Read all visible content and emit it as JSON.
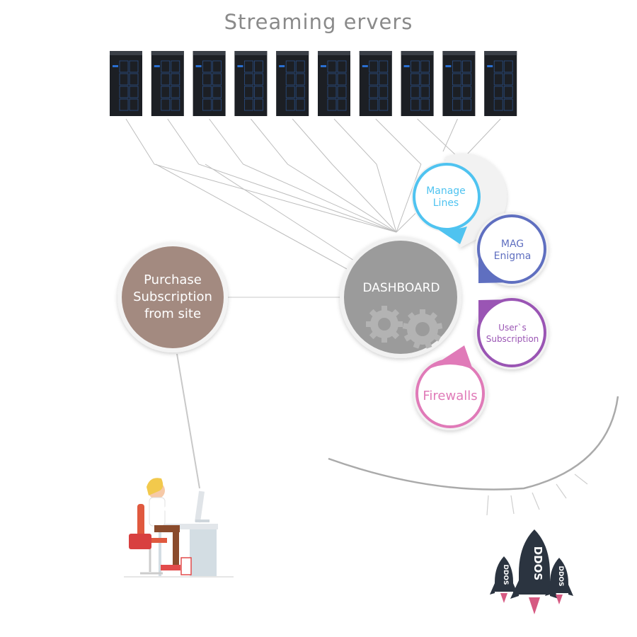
{
  "title": "Streaming ervers",
  "dashboard": {
    "label": "DASHBOARD"
  },
  "purchase": {
    "lines": [
      "Purchase",
      "Subscription",
      "from site"
    ]
  },
  "petals": [
    {
      "id": "manage-lines",
      "lines": [
        "Manage",
        "Lines"
      ],
      "color": "#4fc3f0"
    },
    {
      "id": "mag-enigma",
      "lines": [
        "MAG",
        "Enigma"
      ],
      "color": "#5f6fc0"
    },
    {
      "id": "users-subscription",
      "lines": [
        "User`s",
        "Subscription"
      ],
      "color": "#9a55b4"
    },
    {
      "id": "firewalls",
      "lines": [
        "Firewalls"
      ],
      "color": "#e07ab8"
    }
  ],
  "rockets": {
    "big": "DDOS",
    "small_left": "DDOS",
    "small_right": "DDOS"
  },
  "colors": {
    "dashboard": "#9b9b9b",
    "purchase": "#a38a80",
    "server": "#1c1f24",
    "server_accent": "#2a6fd0"
  },
  "server_count": 10
}
